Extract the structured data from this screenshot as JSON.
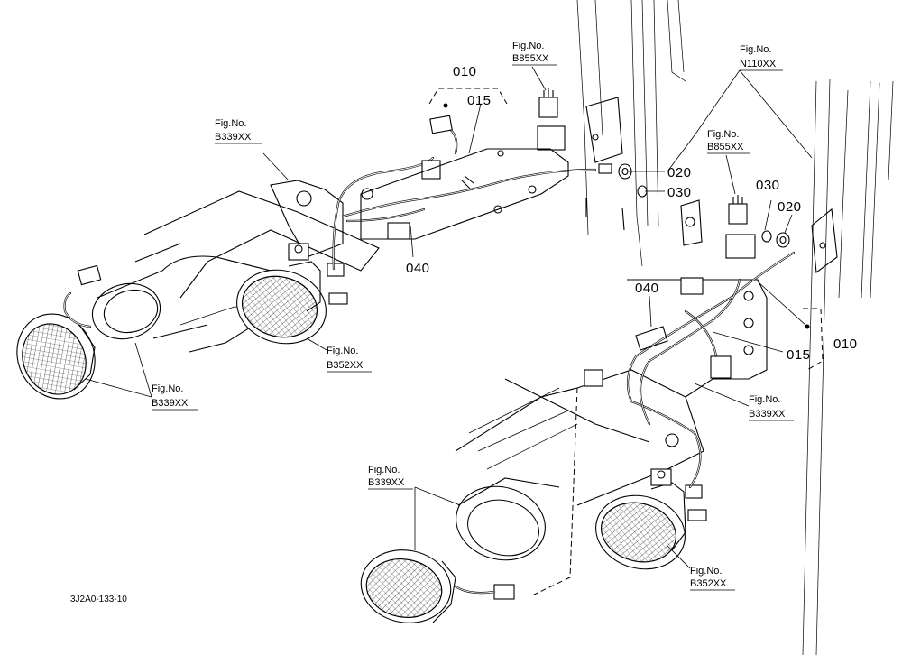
{
  "figure_refs": {
    "b855_top": {
      "line1": "Fig.No.",
      "line2": "B855XX"
    },
    "n110": {
      "line1": "Fig.No.",
      "line2": "N110XX"
    },
    "b339_upper_left": {
      "line1": "Fig.No.",
      "line2": "B339XX"
    },
    "b855_right": {
      "line1": "Fig.No.",
      "line2": "B855XX"
    },
    "b352_left": {
      "line1": "Fig.No.",
      "line2": "B352XX"
    },
    "b339_lower_left": {
      "line1": "Fig.No.",
      "line2": "B339XX"
    },
    "b339_right": {
      "line1": "Fig.No.",
      "line2": "B339XX"
    },
    "b339_bottom": {
      "line1": "Fig.No.",
      "line2": "B339XX"
    },
    "b352_bottom": {
      "line1": "Fig.No.",
      "line2": "B352XX"
    }
  },
  "part_numbers": {
    "p010_top": "010",
    "p015_top": "015",
    "p020_top": "020",
    "p030_top": "030",
    "p030_right": "030",
    "p020_right": "020",
    "p040_left": "040",
    "p040_right": "040",
    "p015_right": "015",
    "p010_right": "010"
  },
  "drawing_code": "3J2A0-133-10"
}
